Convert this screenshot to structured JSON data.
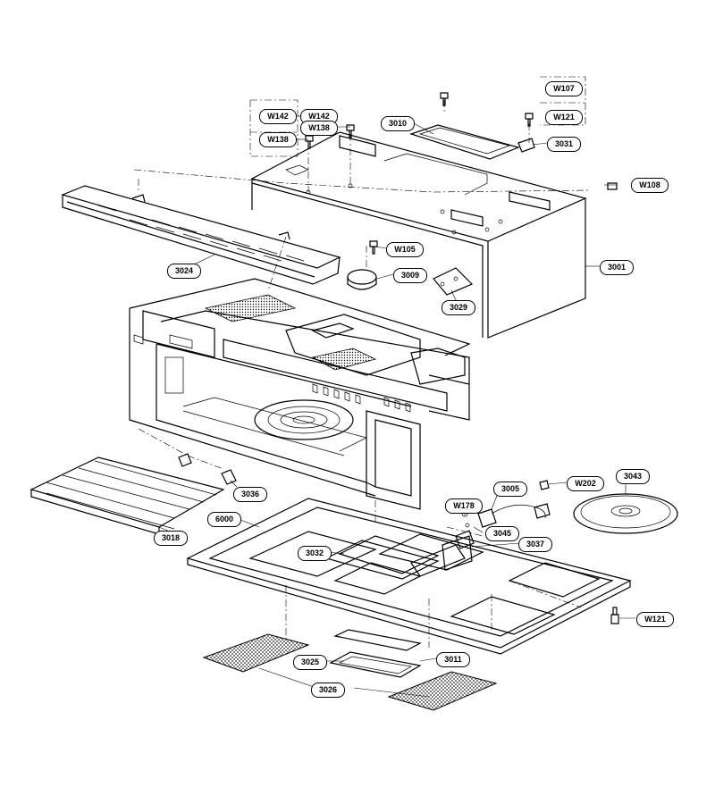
{
  "callouts": {
    "w107": "W107",
    "w121_top": "W121",
    "w142_a": "W142",
    "w142_b": "W142",
    "w138_a": "W138",
    "w138_b": "W138",
    "p3010": "3010",
    "p3031": "3031",
    "w108": "W108",
    "w105": "W105",
    "p3009": "3009",
    "p3024": "3024",
    "p3001": "3001",
    "p3029": "3029",
    "p3036": "3036",
    "p3018": "3018",
    "p6000": "6000",
    "p3005": "3005",
    "w202": "W202",
    "p3043": "3043",
    "w178": "W178",
    "p3045": "3045",
    "p3037": "3037",
    "p3032": "3032",
    "w121_bottom": "W121",
    "p3025": "3025",
    "p3011": "3011",
    "p3026": "3026"
  }
}
